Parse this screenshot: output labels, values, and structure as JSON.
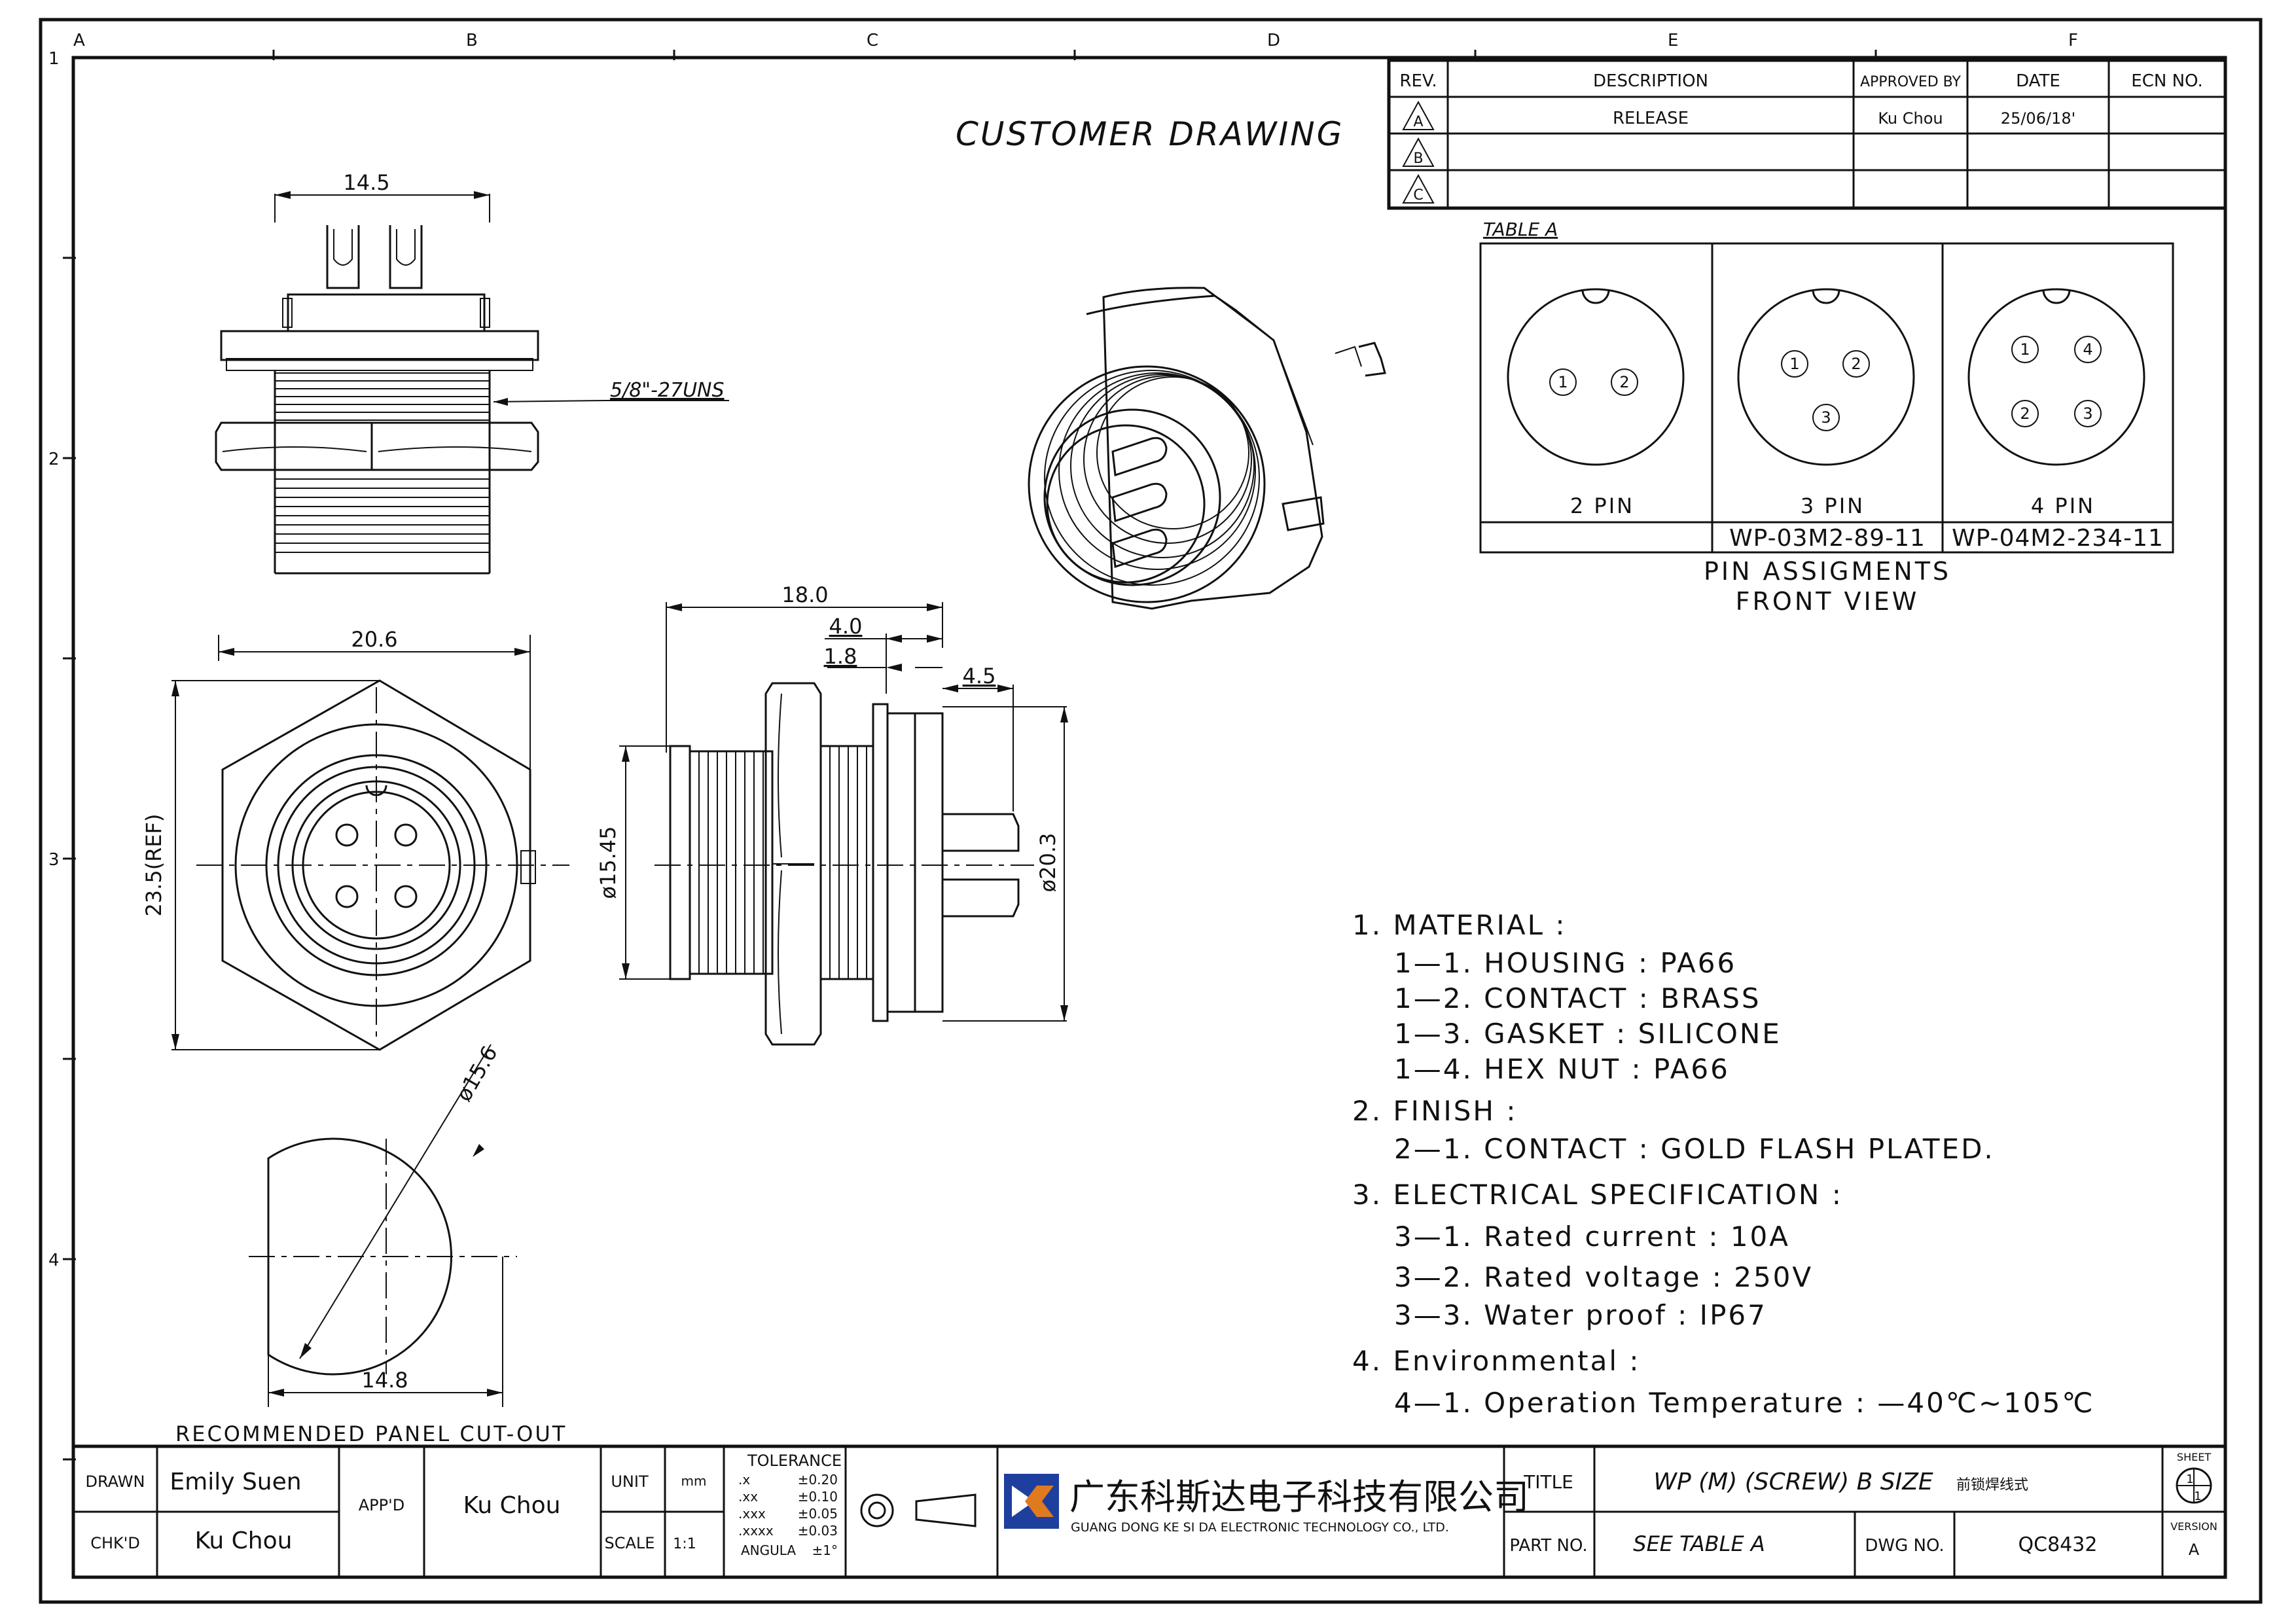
{
  "sheet": {
    "grid_columns": [
      "A",
      "B",
      "C",
      "D",
      "E",
      "F"
    ],
    "grid_rows": [
      "1",
      "2",
      "3",
      "4"
    ]
  },
  "header": {
    "title": "CUSTOMER DRAWING"
  },
  "revision_table": {
    "headers": {
      "rev": "REV.",
      "description": "DESCRIPTION",
      "approved_by": "APPROVED BY",
      "date": "DATE",
      "ecn": "ECN NO."
    },
    "rows": [
      {
        "rev": "A",
        "description": "RELEASE",
        "approved_by": "Ku Chou",
        "date": "25/06/18'",
        "ecn": ""
      },
      {
        "rev": "B",
        "description": "",
        "approved_by": "",
        "date": "",
        "ecn": ""
      },
      {
        "rev": "C",
        "description": "",
        "approved_by": "",
        "date": "",
        "ecn": ""
      }
    ]
  },
  "pin_table": {
    "label": "TABLE A",
    "cells": [
      {
        "pins": [
          "1",
          "2"
        ],
        "name": "2 PIN",
        "part": ""
      },
      {
        "pins": [
          "1",
          "2",
          "3"
        ],
        "name": "3 PIN",
        "part": "WP-03M2-89-11"
      },
      {
        "pins": [
          "1",
          "4",
          "2",
          "3"
        ],
        "name": "4 PIN",
        "part": "WP-04M2-234-11"
      }
    ],
    "caption_line1": "PIN ASSIGMENTS",
    "caption_line2": "FRONT VIEW"
  },
  "dimensions": {
    "top_width": "14.5",
    "thread": "5/8\"-27UNS",
    "hex_width": "20.6",
    "hex_height": "23.5(REF)",
    "side_length": "18.0",
    "side_4": "4.0",
    "side_1_8": "1.8",
    "side_4_5": "4.5",
    "side_dia_left": "ø15.45",
    "side_dia_right": "ø20.3",
    "cutout_dia": "ø15.6",
    "cutout_width": "14.8",
    "cutout_label": "RECOMMENDED PANEL CUT-OUT"
  },
  "notes": [
    {
      "text": "1.  MATERIAL  :",
      "indent": 0
    },
    {
      "text": "1—1.  HOUSING  :  PA66",
      "indent": 1
    },
    {
      "text": "1—2.  CONTACT  :  BRASS",
      "indent": 1
    },
    {
      "text": "1—3.  GASKET  :  SILICONE",
      "indent": 1
    },
    {
      "text": "1—4.  HEX  NUT  :  PA66",
      "indent": 1
    },
    {
      "text": "2.  FINISH  :",
      "indent": 0
    },
    {
      "text": "2—1.  CONTACT  :  GOLD  FLASH  PLATED.",
      "indent": 1
    },
    {
      "text": "3.  ELECTRICAL  SPECIFICATION  :",
      "indent": 0
    },
    {
      "text": "3—1.  Rated  current  :  10A",
      "indent": 1
    },
    {
      "text": "3—2.  Rated  voltage  :  250V",
      "indent": 1
    },
    {
      "text": "3—3.  Water  proof  :  IP67",
      "indent": 1
    },
    {
      "text": "4.  Environmental  :",
      "indent": 0
    },
    {
      "text": "4—1.  Operation  Temperature  :  —40℃~105℃",
      "indent": 1
    }
  ],
  "title_block": {
    "drawn_label": "DRAWN",
    "drawn": "Emily Suen",
    "chkd_label": "CHK'D",
    "chkd": "Ku Chou",
    "appd_label": "APP'D",
    "appd": "Ku Chou",
    "unit_label": "UNIT",
    "unit": "mm",
    "scale_label": "SCALE",
    "scale": "1:1",
    "tolerance_title": "TOLERANCE",
    "tolerances": [
      {
        "k": ".x",
        "v": "±0.20"
      },
      {
        "k": ".xx",
        "v": "±0.10"
      },
      {
        "k": ".xxx",
        "v": "±0.05"
      },
      {
        "k": ".xxxx",
        "v": "±0.03"
      },
      {
        "k": "ANGULA",
        "v": "±1°"
      }
    ],
    "company_cn": "广东科斯达电子科技有限公司",
    "company_en": "GUANG DONG KE SI DA ELECTRONIC TECHNOLOGY CO., LTD.",
    "title_label": "TITLE",
    "title": "WP (M) (SCREW) B SIZE",
    "title_cn": "前锁焊线式",
    "partno_label": "PART NO.",
    "partno": "SEE TABLE A",
    "dwgno_label": "DWG NO.",
    "dwgno": "QC8432",
    "sheet_label": "SHEET",
    "sheet_num": "1",
    "sheet_den": "1",
    "version_label": "VERSION",
    "version": "A"
  },
  "colors": {
    "logo_blue": "#1f3f9e",
    "logo_orange": "#e07a1f"
  }
}
